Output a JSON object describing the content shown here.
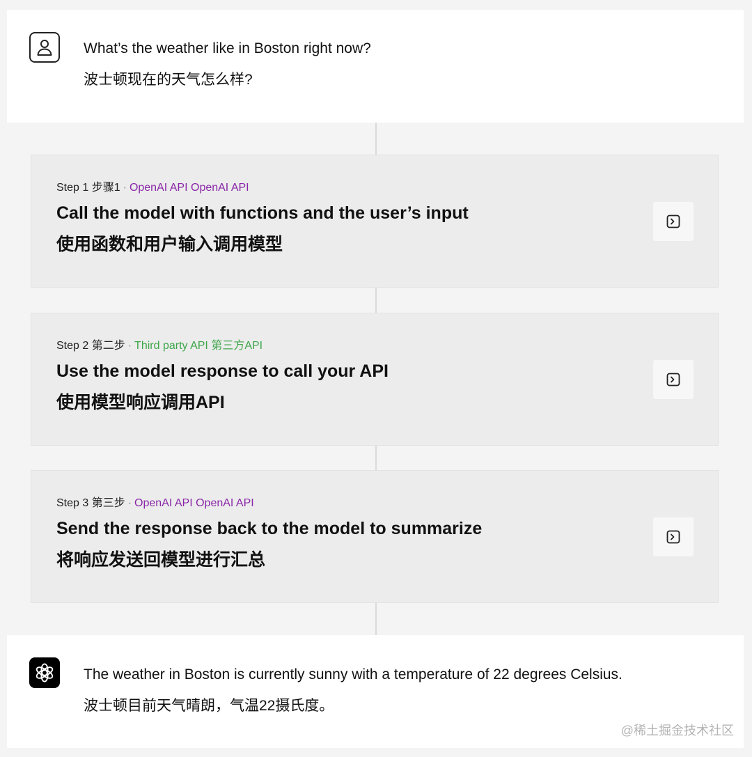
{
  "user_message": {
    "avatar_icon": "person-icon",
    "text_en": "What’s the weather like in Boston right now?",
    "text_zh": "波士顿现在的天气怎么样?"
  },
  "steps": [
    {
      "label": "Step 1 步骤1",
      "api_label": "OpenAI API OpenAI API",
      "api_color": "#8a27a8",
      "title_en": "Call the model with functions and the user’s input",
      "title_zh": "使用函数和用户输入调用模型",
      "button_icon": "terminal-icon"
    },
    {
      "label": "Step 2 第二步",
      "api_label": "Third party API 第三方API",
      "api_color": "#3ea64a",
      "title_en": "Use the model response to call your API",
      "title_zh": "使用模型响应调用API",
      "button_icon": "terminal-icon"
    },
    {
      "label": "Step 3 第三步",
      "api_label": "OpenAI API OpenAI API",
      "api_color": "#8a27a8",
      "title_en": "Send the response back to the model to summarize",
      "title_zh": "将响应发送回模型进行汇总",
      "button_icon": "terminal-icon"
    }
  ],
  "assistant_message": {
    "avatar_icon": "openai-logo-icon",
    "text_en": "The weather in Boston is currently sunny with a temperature of 22 degrees Celsius.",
    "text_zh": "波士顿目前天气晴朗，气温22摄氏度。"
  },
  "watermark": "@稀土掘金技术社区"
}
